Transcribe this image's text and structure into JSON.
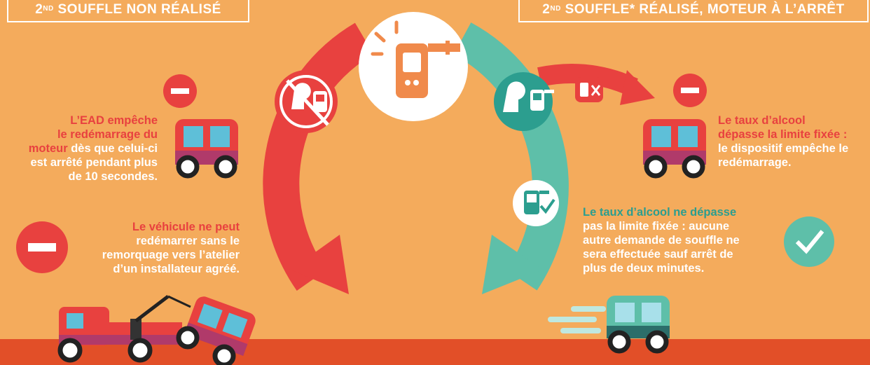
{
  "headers": {
    "left": {
      "pre": "2",
      "sup": "ND",
      "post": " SOUFFLE NON RÉALISÉ"
    },
    "right": {
      "pre": "2",
      "sup": "ND",
      "post": " SOUFFLE* RÉALISÉ, MOTEUR À L’ARRÊT"
    }
  },
  "left_panel": {
    "ead_text": {
      "l1": "L’EAD empêche",
      "l2": "le redémarrage du",
      "l3_bold": "moteur",
      "l3_rest": " dès que celui-ci",
      "l4": "est arrêté pendant plus",
      "l5": "de 10 secondes."
    },
    "tow_text": {
      "l1": "Le véhicule ne peut",
      "l2": "redémarrer sans le",
      "l3": "remorquage vers l’atelier",
      "l4": "d’un installateur agréé."
    }
  },
  "right_panel": {
    "over_limit_text": {
      "l1": "Le taux d’alcool",
      "l2": "dépasse la limite fixée :",
      "l3": "le dispositif empêche le",
      "l4": "redémarrage."
    },
    "under_limit_text": {
      "l1": "Le taux d’alcool ne dépasse",
      "l2": "pas la limite fixée : aucune",
      "l3": "autre demande de souffle ne",
      "l4": "sera effectuée sauf arrêt de",
      "l5": "plus de deux minutes."
    }
  },
  "colors": {
    "background": "#f4ab5c",
    "red": "#e8413f",
    "teal": "#5ebfa9",
    "dark_teal": "#2c9e8f",
    "ground": "#e24f28",
    "device": "#f08a4b",
    "white": "#ffffff"
  },
  "icons": [
    "breathalyzer-icon",
    "no-breath-icon",
    "person-blowing-icon",
    "breathalyzer-x-icon",
    "breathalyzer-check-icon",
    "minus-icon",
    "check-icon",
    "car-icon",
    "tow-truck-icon"
  ]
}
